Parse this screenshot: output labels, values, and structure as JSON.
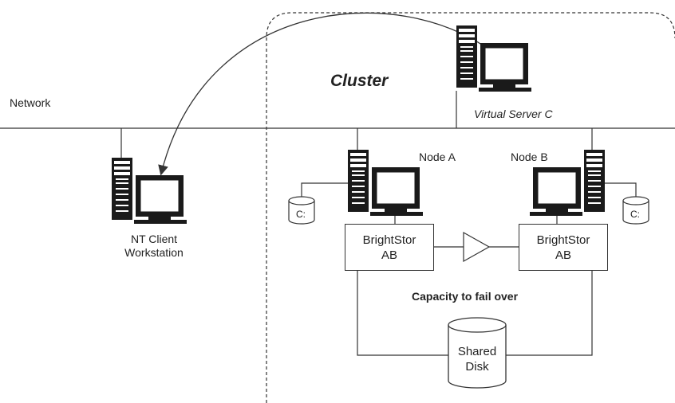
{
  "diagram": {
    "network_label": "Network",
    "cluster_label": "Cluster",
    "virtual_server_label": "Virtual Server C",
    "client_label_line1": "NT Client",
    "client_label_line2": "Workstation",
    "node_a_label": "Node A",
    "node_b_label": "Node B",
    "local_disk_label": "C:",
    "brightstor_line1": "BrightStor",
    "brightstor_line2": "AB",
    "failover_label": "Capacity to fail over",
    "shared_disk_line1": "Shared",
    "shared_disk_line2": "Disk"
  },
  "colors": {
    "line": "#333333",
    "monitor_screen": "#ffffff",
    "tower": "#1a1a1a"
  },
  "icons": [
    "server-computer-icon",
    "disk-cylinder-icon",
    "triangle-connector-icon",
    "curved-arrow"
  ]
}
